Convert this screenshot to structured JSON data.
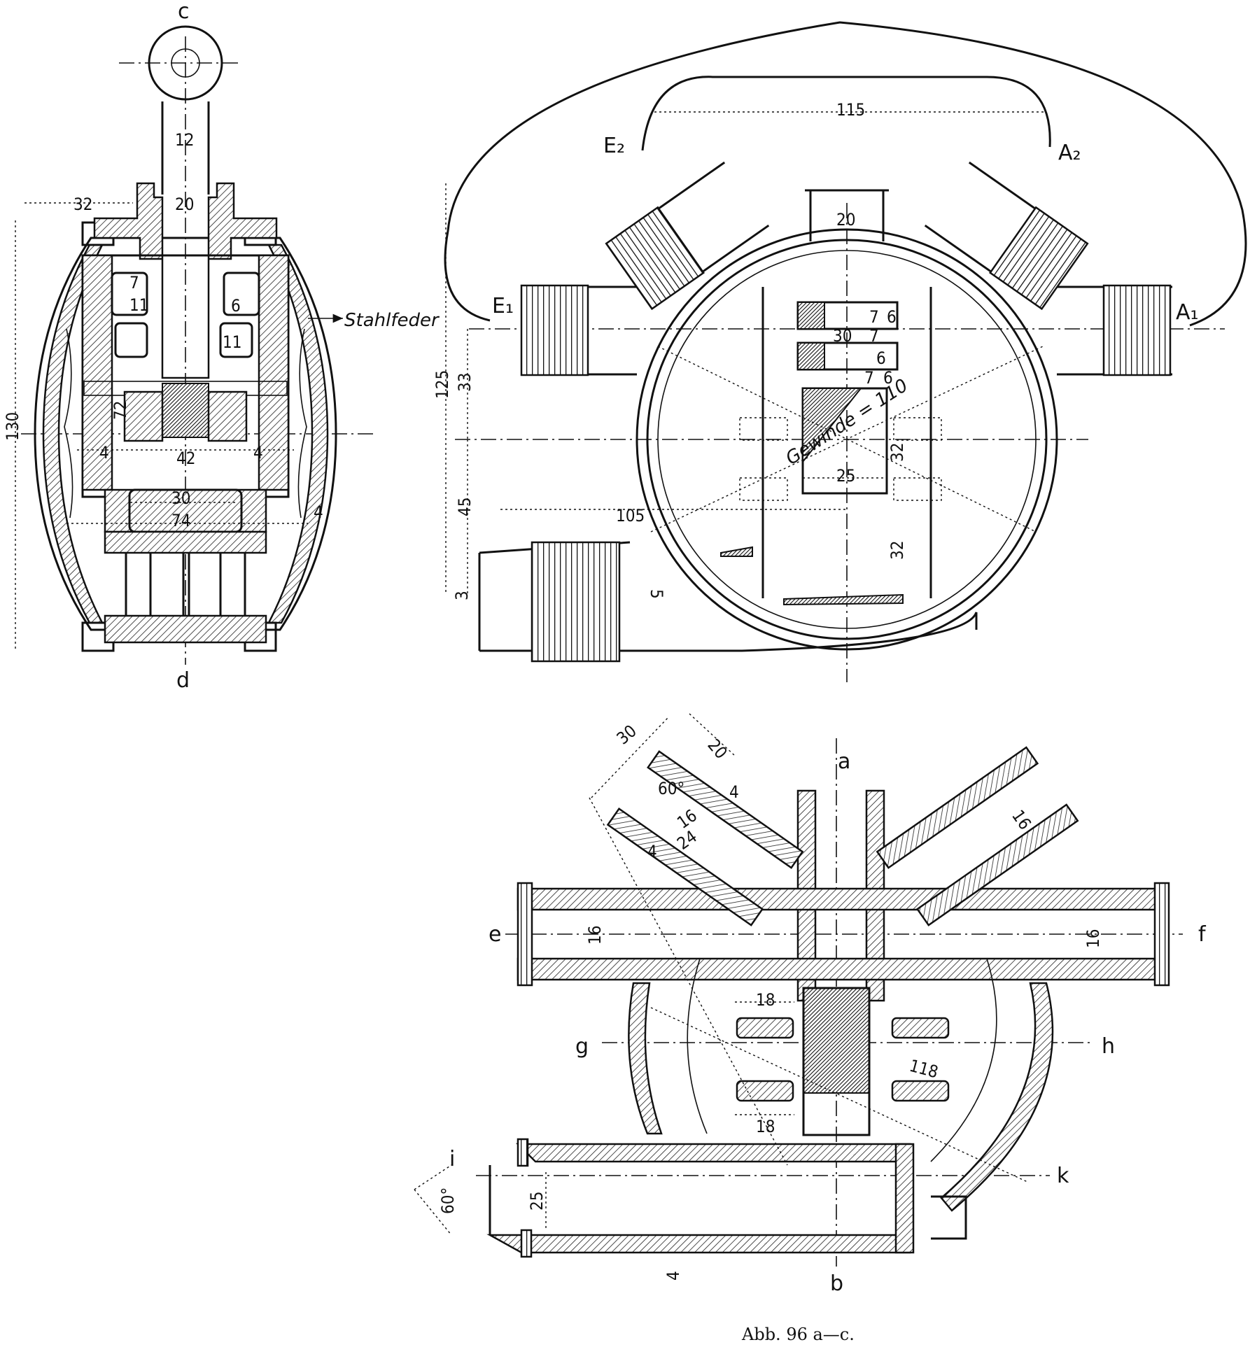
{
  "caption": "Abb. 96 a—c.",
  "view_a": {
    "section_labels": [
      "c",
      "d"
    ],
    "note": "Stahlfeder",
    "dimensions": [
      "12",
      "20",
      "32",
      "130",
      "7",
      "11",
      "6",
      "11",
      "72",
      "4",
      "42",
      "4",
      "30",
      "74",
      "4"
    ]
  },
  "view_b": {
    "port_labels": [
      "E₂",
      "A₂",
      "E₁",
      "A₁"
    ],
    "thread_note": "Gewinde = 110",
    "dimensions": [
      "115",
      "20",
      "30",
      "7",
      "6",
      "7",
      "6",
      "7",
      "6",
      "125",
      "33",
      "45",
      "3",
      "5",
      "105",
      "25",
      "32",
      "32"
    ]
  },
  "view_c": {
    "section_labels": [
      "a",
      "b",
      "e",
      "f",
      "g",
      "h",
      "i",
      "k"
    ],
    "dimensions": [
      "30",
      "20",
      "60°",
      "4",
      "16",
      "4",
      "24",
      "16",
      "16",
      "16",
      "18",
      "18",
      "118",
      "25",
      "60°",
      "4"
    ]
  }
}
